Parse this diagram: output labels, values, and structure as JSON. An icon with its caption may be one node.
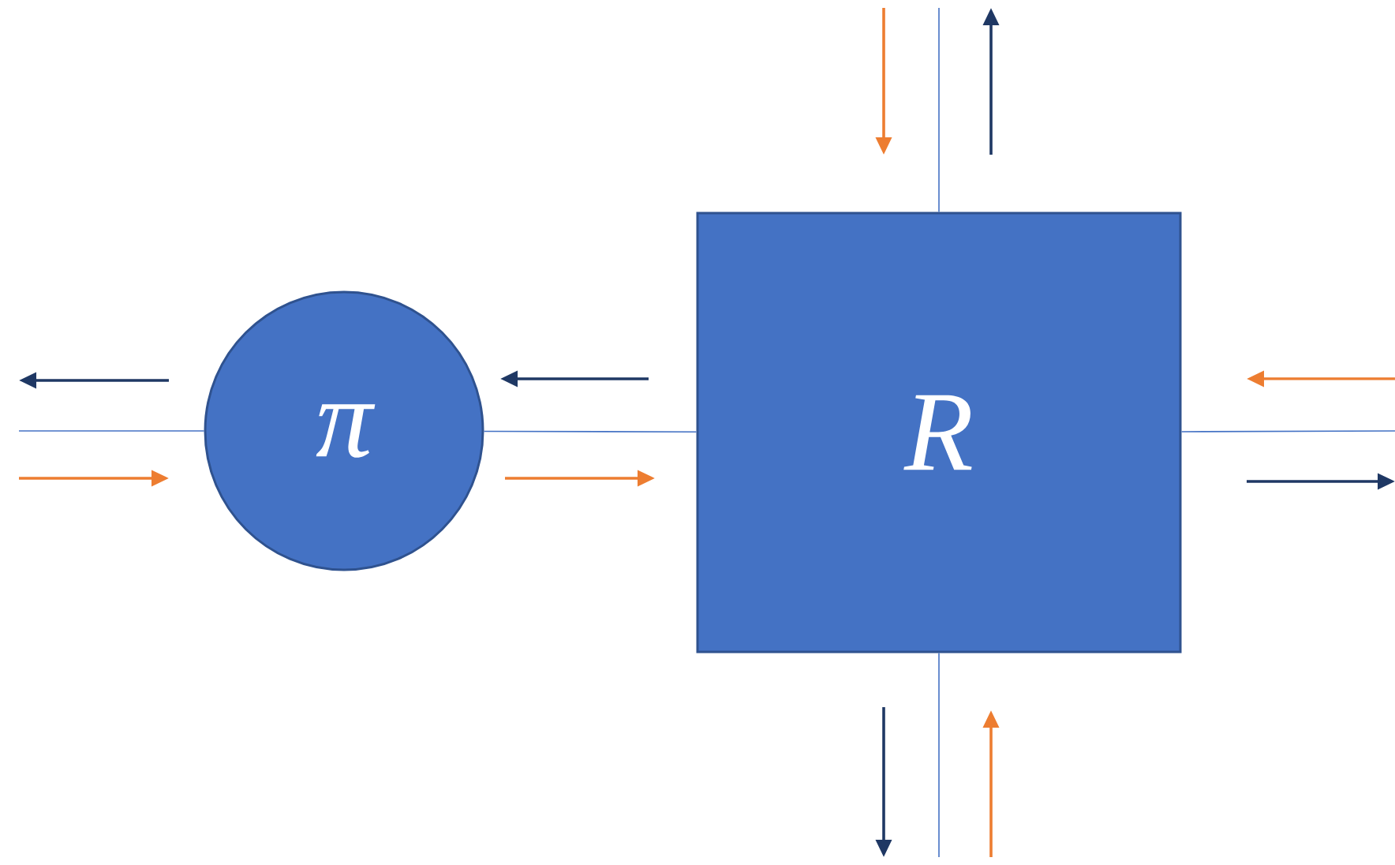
{
  "diagram": {
    "nodes": [
      {
        "text": [
          "π"
        ]
      },
      {
        "text": [
          "R"
        ]
      }
    ],
    "edges": [
      {
        "from": null,
        "to": 0,
        "arrow": "none"
      },
      {
        "from": 0,
        "to": 1,
        "arrow": "none"
      },
      {
        "from": 1,
        "to": null,
        "arrow": "none"
      },
      {
        "from": null,
        "to": 1,
        "arrow": "none"
      },
      {
        "from": 1,
        "to": null,
        "arrow": "none"
      }
    ]
  }
}
